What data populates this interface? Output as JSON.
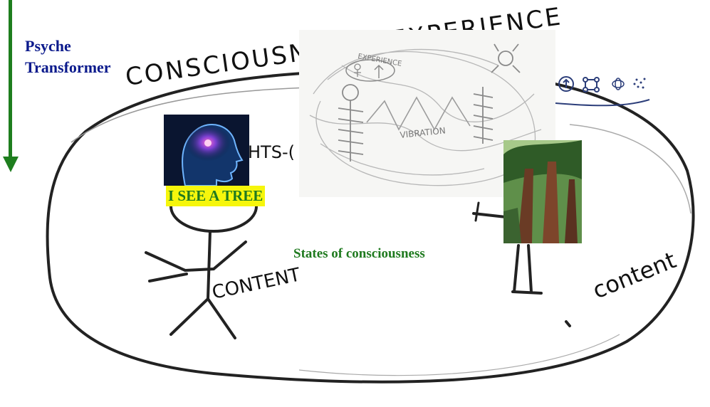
{
  "header": {
    "title_line1": "Psyche",
    "title_line2": "Transformer"
  },
  "image_labels": {
    "tree_banner": "I SEE A TREE",
    "states": "States of consciousness"
  },
  "handwriting": {
    "consciousness_experience": "CONSCIOUSNESS - EXPERIENCE",
    "thoughts_fragment": "HTS-(",
    "content_left": "CONTENT",
    "content_right": "content",
    "sketch_experience": "EXPERIENCE",
    "sketch_vibration": "VIBRATION"
  },
  "colors": {
    "title": "#0b1a8c",
    "arrow": "#1e7e1e",
    "label_green": "#1f7a1f",
    "banner_bg": "#f6f60c"
  },
  "icons": {
    "down_arrow": "green-down-arrow-icon",
    "brain": "brain-head-image",
    "tree": "tree-photo-image"
  }
}
